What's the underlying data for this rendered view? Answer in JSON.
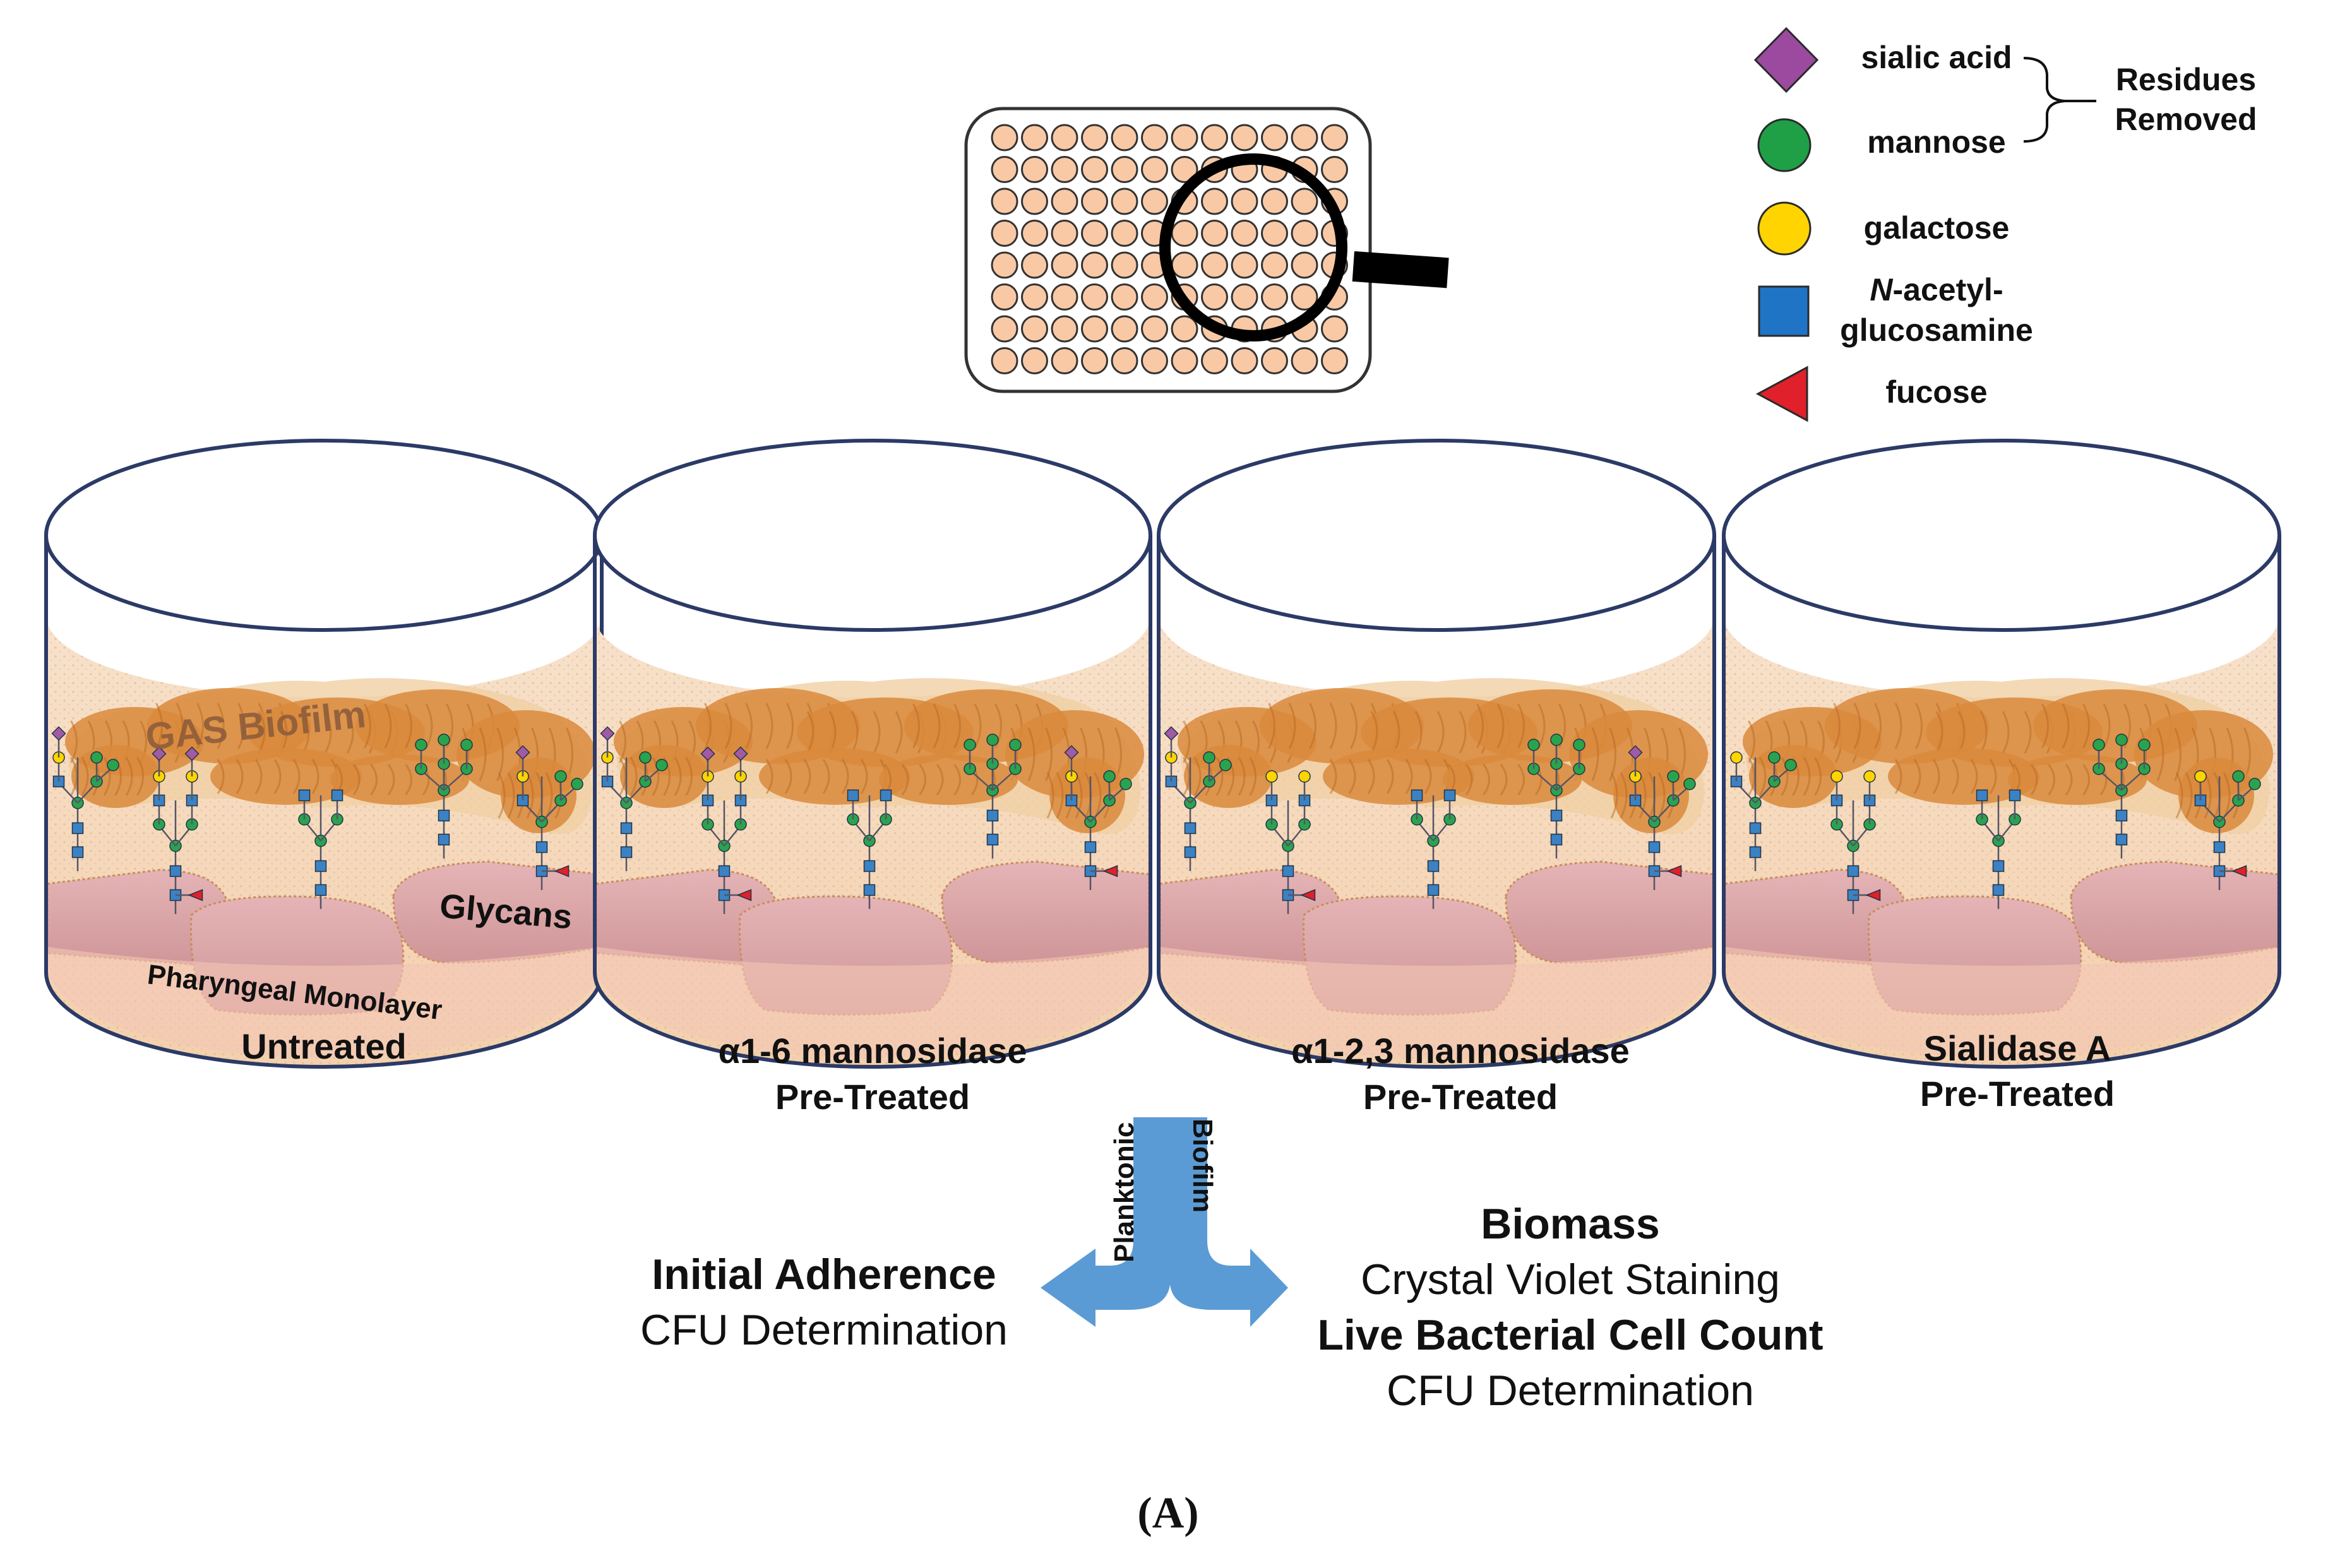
{
  "legend": {
    "items": [
      {
        "symbol": "diamond",
        "color": "#9b4aa0",
        "label": "sialic acid"
      },
      {
        "symbol": "circle",
        "color": "#1fa046",
        "label": "mannose"
      },
      {
        "symbol": "circle",
        "color": "#ffd400",
        "label": "galactose"
      },
      {
        "symbol": "square",
        "color": "#1f74c6",
        "label_prefix": "N",
        "label_line1": "-acetyl-",
        "label_line2": "glucosamine"
      },
      {
        "symbol": "triangle",
        "color": "#e0202a",
        "label": "fucose"
      }
    ],
    "bracket_label_line1": "Residues",
    "bracket_label_line2": "Removed"
  },
  "wells": [
    {
      "label_line1": "Untreated",
      "label_line2": "",
      "biofilm_label": "GAS Biofilm",
      "glycans_label": "Glycans",
      "monolayer_label": "Pharyngeal Monolayer"
    },
    {
      "label_line1": "α1-6 mannosidase",
      "label_line2": "Pre-Treated"
    },
    {
      "label_line1": "α1-2,3 mannosidase",
      "label_line2": "Pre-Treated"
    },
    {
      "label_line1": "Sialidase A",
      "label_line2": "Pre-Treated"
    }
  ],
  "arrow": {
    "left_label": "Planktonic",
    "right_label": "Biofilm"
  },
  "outcomes": {
    "left_title": "Initial Adherence",
    "left_sub": "CFU Determination",
    "right_title1": "Biomass",
    "right_sub1": "Crystal Violet Staining",
    "right_title2": "Live Bacterial Cell Count",
    "right_sub2": "CFU Determination"
  },
  "caption": "(A)",
  "colors": {
    "medium": "#f6dcc2",
    "biofilm": "#d9893c",
    "cell": "#dca5aa",
    "well_outline": "#2b3a66",
    "arrow": "#5b9bd5",
    "plate_well": "#f9c9a5"
  }
}
